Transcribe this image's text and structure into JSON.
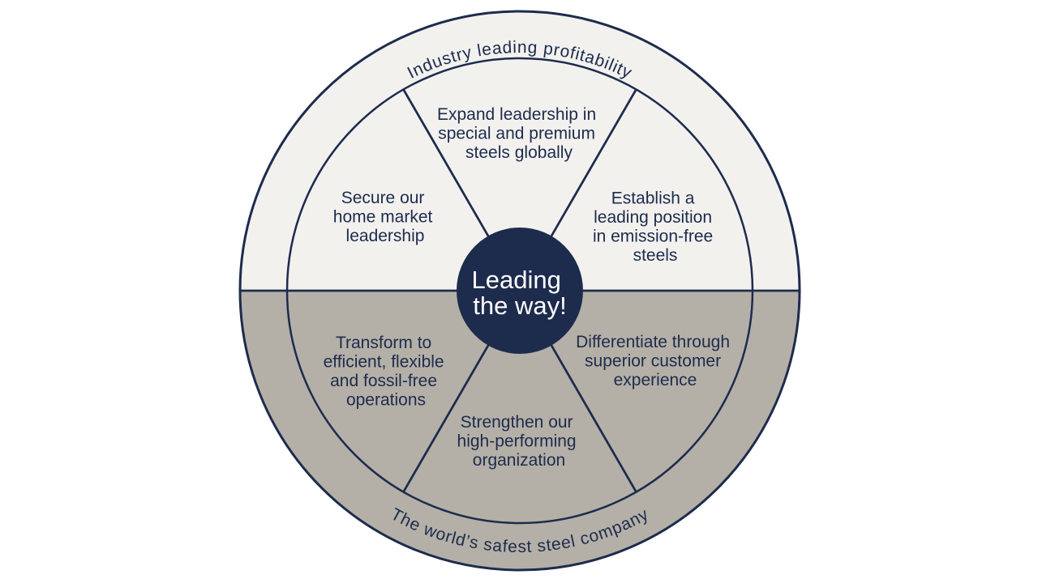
{
  "diagram": {
    "center": {
      "lines": [
        "Leading",
        "the way!"
      ]
    },
    "ring": {
      "top_label": "Industry leading profitability",
      "bottom_label": "The world’s safest steel company"
    },
    "wedges": {
      "top": {
        "lines": [
          "Expand leadership in",
          "special and premium",
          "steels globally"
        ]
      },
      "upper_right": {
        "lines": [
          "Establish a",
          "leading position",
          "in emission-free",
          "steels"
        ]
      },
      "lower_right": {
        "lines": [
          "Differentiate through",
          "superior customer",
          "experience"
        ]
      },
      "bottom": {
        "lines": [
          "Strengthen our",
          "high-performing",
          "organization"
        ]
      },
      "lower_left": {
        "lines": [
          "Transform to",
          "efficient, flexible",
          "and fossil-free",
          "operations"
        ]
      },
      "upper_left": {
        "lines": [
          "Secure our",
          "home market",
          "leadership"
        ]
      }
    },
    "colors": {
      "navy": "#1d2b4d",
      "light_half": "#f2f1ee",
      "gray_half": "#b4b0a7",
      "center_text": "#ffffff",
      "background": "#ffffff"
    }
  }
}
